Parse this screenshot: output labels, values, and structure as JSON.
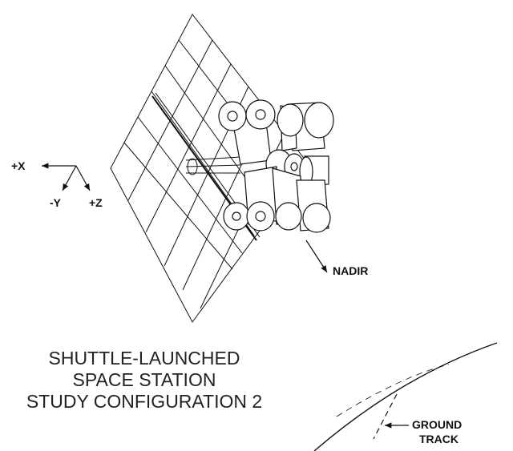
{
  "axes": {
    "x_label": "+X",
    "y_label": "-Y",
    "z_label": "+Z"
  },
  "direction_label": "NADIR",
  "caption": {
    "line1": "SHUTTLE-LAUNCHED",
    "line2": "SPACE STATION",
    "line3": "STUDY CONFIGURATION 2"
  },
  "ground_track": {
    "line1": "GROUND",
    "line2": "TRACK"
  },
  "colors": {
    "ink": "#111111",
    "background": "#ffffff"
  }
}
